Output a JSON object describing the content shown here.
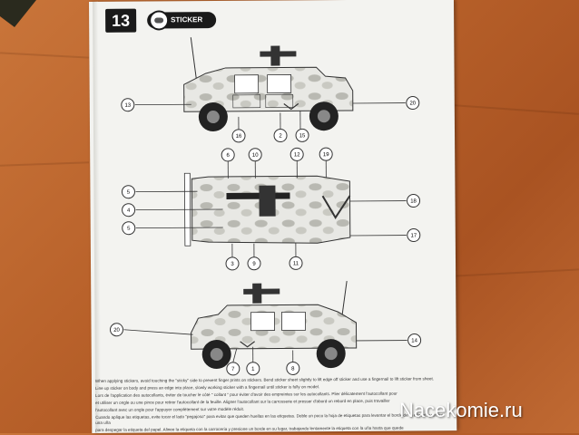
{
  "step": {
    "number": "13",
    "sticker_label": "STICKER"
  },
  "callouts": {
    "top_view": [
      "13",
      "16",
      "2",
      "15",
      "20"
    ],
    "plan_view_top": [
      "6",
      "10",
      "12",
      "19"
    ],
    "plan_view_left": [
      "5",
      "4",
      "5"
    ],
    "plan_view_right": [
      "18",
      "17"
    ],
    "plan_view_bottom": [
      "3",
      "9",
      "11"
    ],
    "bottom_view": [
      "20",
      "7",
      "1",
      "8",
      "14"
    ]
  },
  "instructions": [
    "When applying stickers, avoid touching the \"sticky\" side to prevent finger prints on stickers. Bend sticker sheet slightly to lift edge off sticker and use a fingernail to lift sticker from sheet.",
    "Line up sticker on body and press an edge into place, slowly working sticker with a fingernail until sticker is fully on model.",
    "Lors de l'application des autocollants, éviter de toucher le côté \" collant \" pour éviter d'avoir des empreintes sur les autocollants. Plier délicatement l'autocollant pour",
    "et utiliser un ongle ou une pince pour retirer l'autocollant de la feuille. Aligner l'autocollant sur la carrosserie et presser d'abord un rebord en place, puis travailler",
    "l'autocollant avec un ongle pour l'appuyer complètement sur votre modèle réduit.",
    "Cuando aplique las etiquetas, evite tocar el lado \"pegajoso\" para evitar que queden huellas en las etiquetas. Doble un poco la hoja de etiquetas para levantar el borde de la etiqueta y utilice una uña",
    "para despegar la etiqueta del papel. Alinee la etiqueta con la carrocería y presione un borde en su lugar, trabajando lentamente la etiqueta con la uña hasta que quede"
  ],
  "watermark": "Nacekomie.ru"
}
